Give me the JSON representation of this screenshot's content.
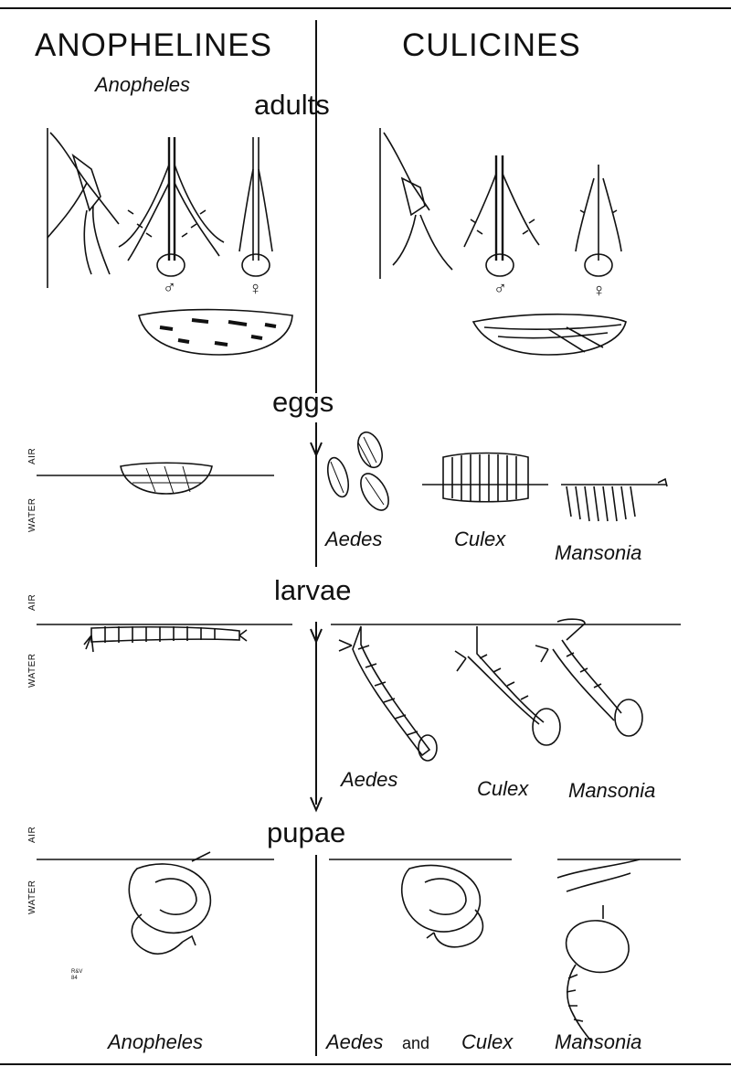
{
  "headers": {
    "left": "ANOPHELINES",
    "right": "CULICINES"
  },
  "stages": {
    "adults": "adults",
    "eggs": "eggs",
    "larvae": "larvae",
    "pupae": "pupae"
  },
  "genera": {
    "anopheles_top": "Anopheles",
    "aedes": "Aedes",
    "culex": "Culex",
    "mansonia": "Mansonia",
    "anopheles_bottom": "Anopheles",
    "aedes_and_culex_a": "Aedes",
    "and": "and",
    "aedes_and_culex_b": "Culex"
  },
  "medium": {
    "air": "AIR",
    "water": "WATER"
  },
  "sex": {
    "male": "♂",
    "female": "♀"
  },
  "signature": "R&V 84"
}
